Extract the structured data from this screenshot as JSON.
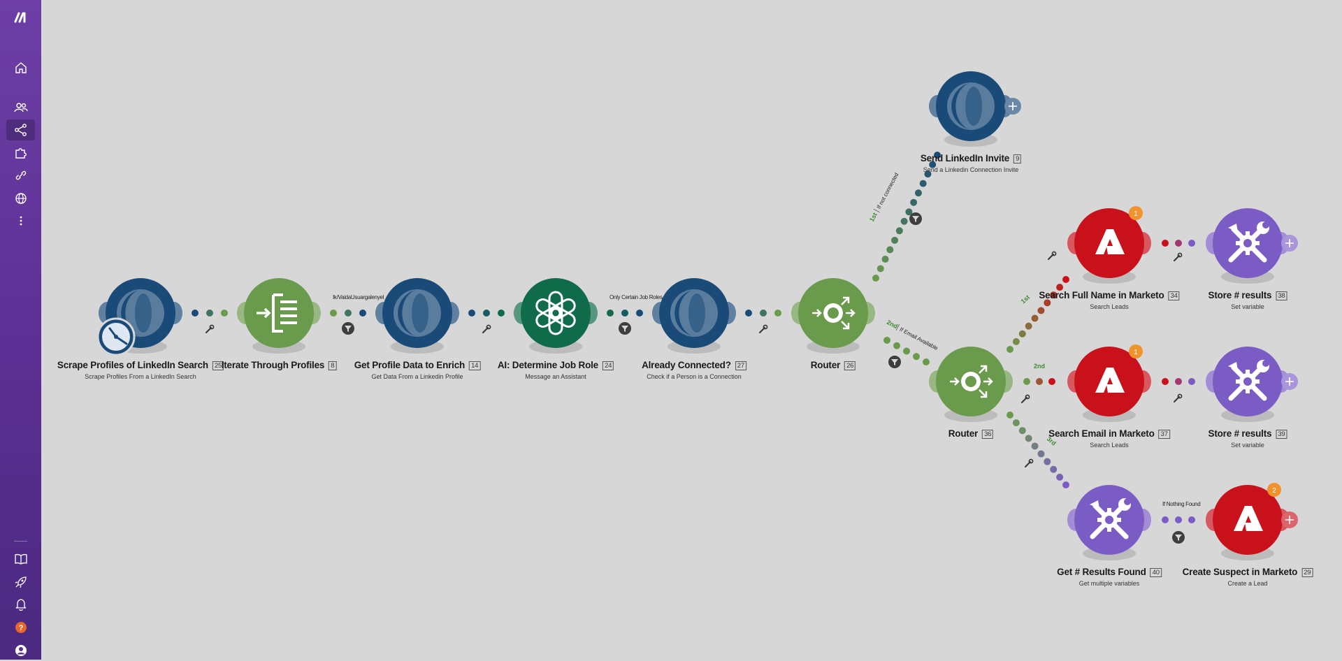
{
  "app": {
    "sidebar": {
      "logo_icon": "make-logo-icon",
      "top_items": [
        {
          "icon": "home-icon",
          "name": "sidebar-item-home"
        },
        {
          "icon": "team-icon",
          "name": "sidebar-item-team"
        },
        {
          "icon": "share-icon",
          "name": "sidebar-item-scenarios",
          "active": true
        },
        {
          "icon": "puzzle-icon",
          "name": "sidebar-item-templates"
        },
        {
          "icon": "link-icon",
          "name": "sidebar-item-connections"
        },
        {
          "icon": "globe-icon",
          "name": "sidebar-item-webhooks"
        },
        {
          "icon": "more-vertical-icon",
          "name": "sidebar-item-more"
        }
      ],
      "bottom_items": [
        {
          "icon": "book-icon",
          "name": "sidebar-item-resources"
        },
        {
          "icon": "rocket-icon",
          "name": "sidebar-item-whats-new"
        },
        {
          "icon": "bell-icon",
          "name": "sidebar-item-notifications"
        },
        {
          "icon": "help-icon",
          "name": "sidebar-item-help"
        },
        {
          "icon": "avatar-icon",
          "name": "sidebar-item-profile"
        }
      ],
      "help_text": "?"
    }
  },
  "colors": {
    "linkedin": "#1a4a78",
    "flow_green": "#6a9a4c",
    "openai": "#0f6b4a",
    "marketo": "#c9111b",
    "tools": "#7b5cc4",
    "badge": "#f2922c"
  },
  "modules": [
    {
      "key": "m25",
      "title": "Scrape Profiles of LinkedIn Search",
      "index": "25",
      "subtitle": "Scrape Profiles From a LinkedIn Search",
      "type": "linkedin"
    },
    {
      "key": "m8",
      "title": "Iterate Through Profiles",
      "index": "8",
      "subtitle": "",
      "type": "iterator"
    },
    {
      "key": "m14",
      "title": "Get Profile Data to Enrich",
      "index": "14",
      "subtitle": "Get Data From a Linkedin Profile",
      "type": "linkedin"
    },
    {
      "key": "m24",
      "title": "AI: Determine Job Role",
      "index": "24",
      "subtitle": "Message an Assistant",
      "type": "openai"
    },
    {
      "key": "m27",
      "title": "Already Connected?",
      "index": "27",
      "subtitle": "Check if a Person is a Connection",
      "type": "linkedin"
    },
    {
      "key": "m26",
      "title": "Router",
      "index": "26",
      "subtitle": "",
      "type": "router"
    },
    {
      "key": "m9",
      "title": "Send LinkedIn Invite",
      "index": "9",
      "subtitle": "Send a Linkedin Connection Invite",
      "type": "linkedin"
    },
    {
      "key": "m36",
      "title": "Router",
      "index": "36",
      "subtitle": "",
      "type": "router"
    },
    {
      "key": "m34",
      "title": "Search Full Name in Marketo",
      "index": "34",
      "subtitle": "Search Leads",
      "type": "marketo",
      "badge": "1"
    },
    {
      "key": "m38",
      "title": "Store # results",
      "index": "38",
      "subtitle": "Set variable",
      "type": "tools"
    },
    {
      "key": "m37",
      "title": "Search Email in Marketo",
      "index": "37",
      "subtitle": "Search Leads",
      "type": "marketo",
      "badge": "1"
    },
    {
      "key": "m39",
      "title": "Store # results",
      "index": "39",
      "subtitle": "Set variable",
      "type": "tools"
    },
    {
      "key": "m40",
      "title": "Get # Results Found",
      "index": "40",
      "subtitle": "Get multiple variables",
      "type": "tools"
    },
    {
      "key": "m29",
      "title": "Create Suspect in Marketo",
      "index": "29",
      "subtitle": "Create a Lead",
      "type": "marketo",
      "badge": "2"
    }
  ],
  "filters": {
    "f_iter": "Ik/VaidaUsuargalenyel",
    "f_ai": "Only Certain Job Roles",
    "f_notfound": "If Nothing Found"
  },
  "routes": {
    "r1_order": "1st",
    "r1_label": "If not connected",
    "r2_order": "2nd",
    "r2_label": "If Email Available",
    "b1": "1st",
    "b2": "2nd",
    "b3": "3rd"
  }
}
